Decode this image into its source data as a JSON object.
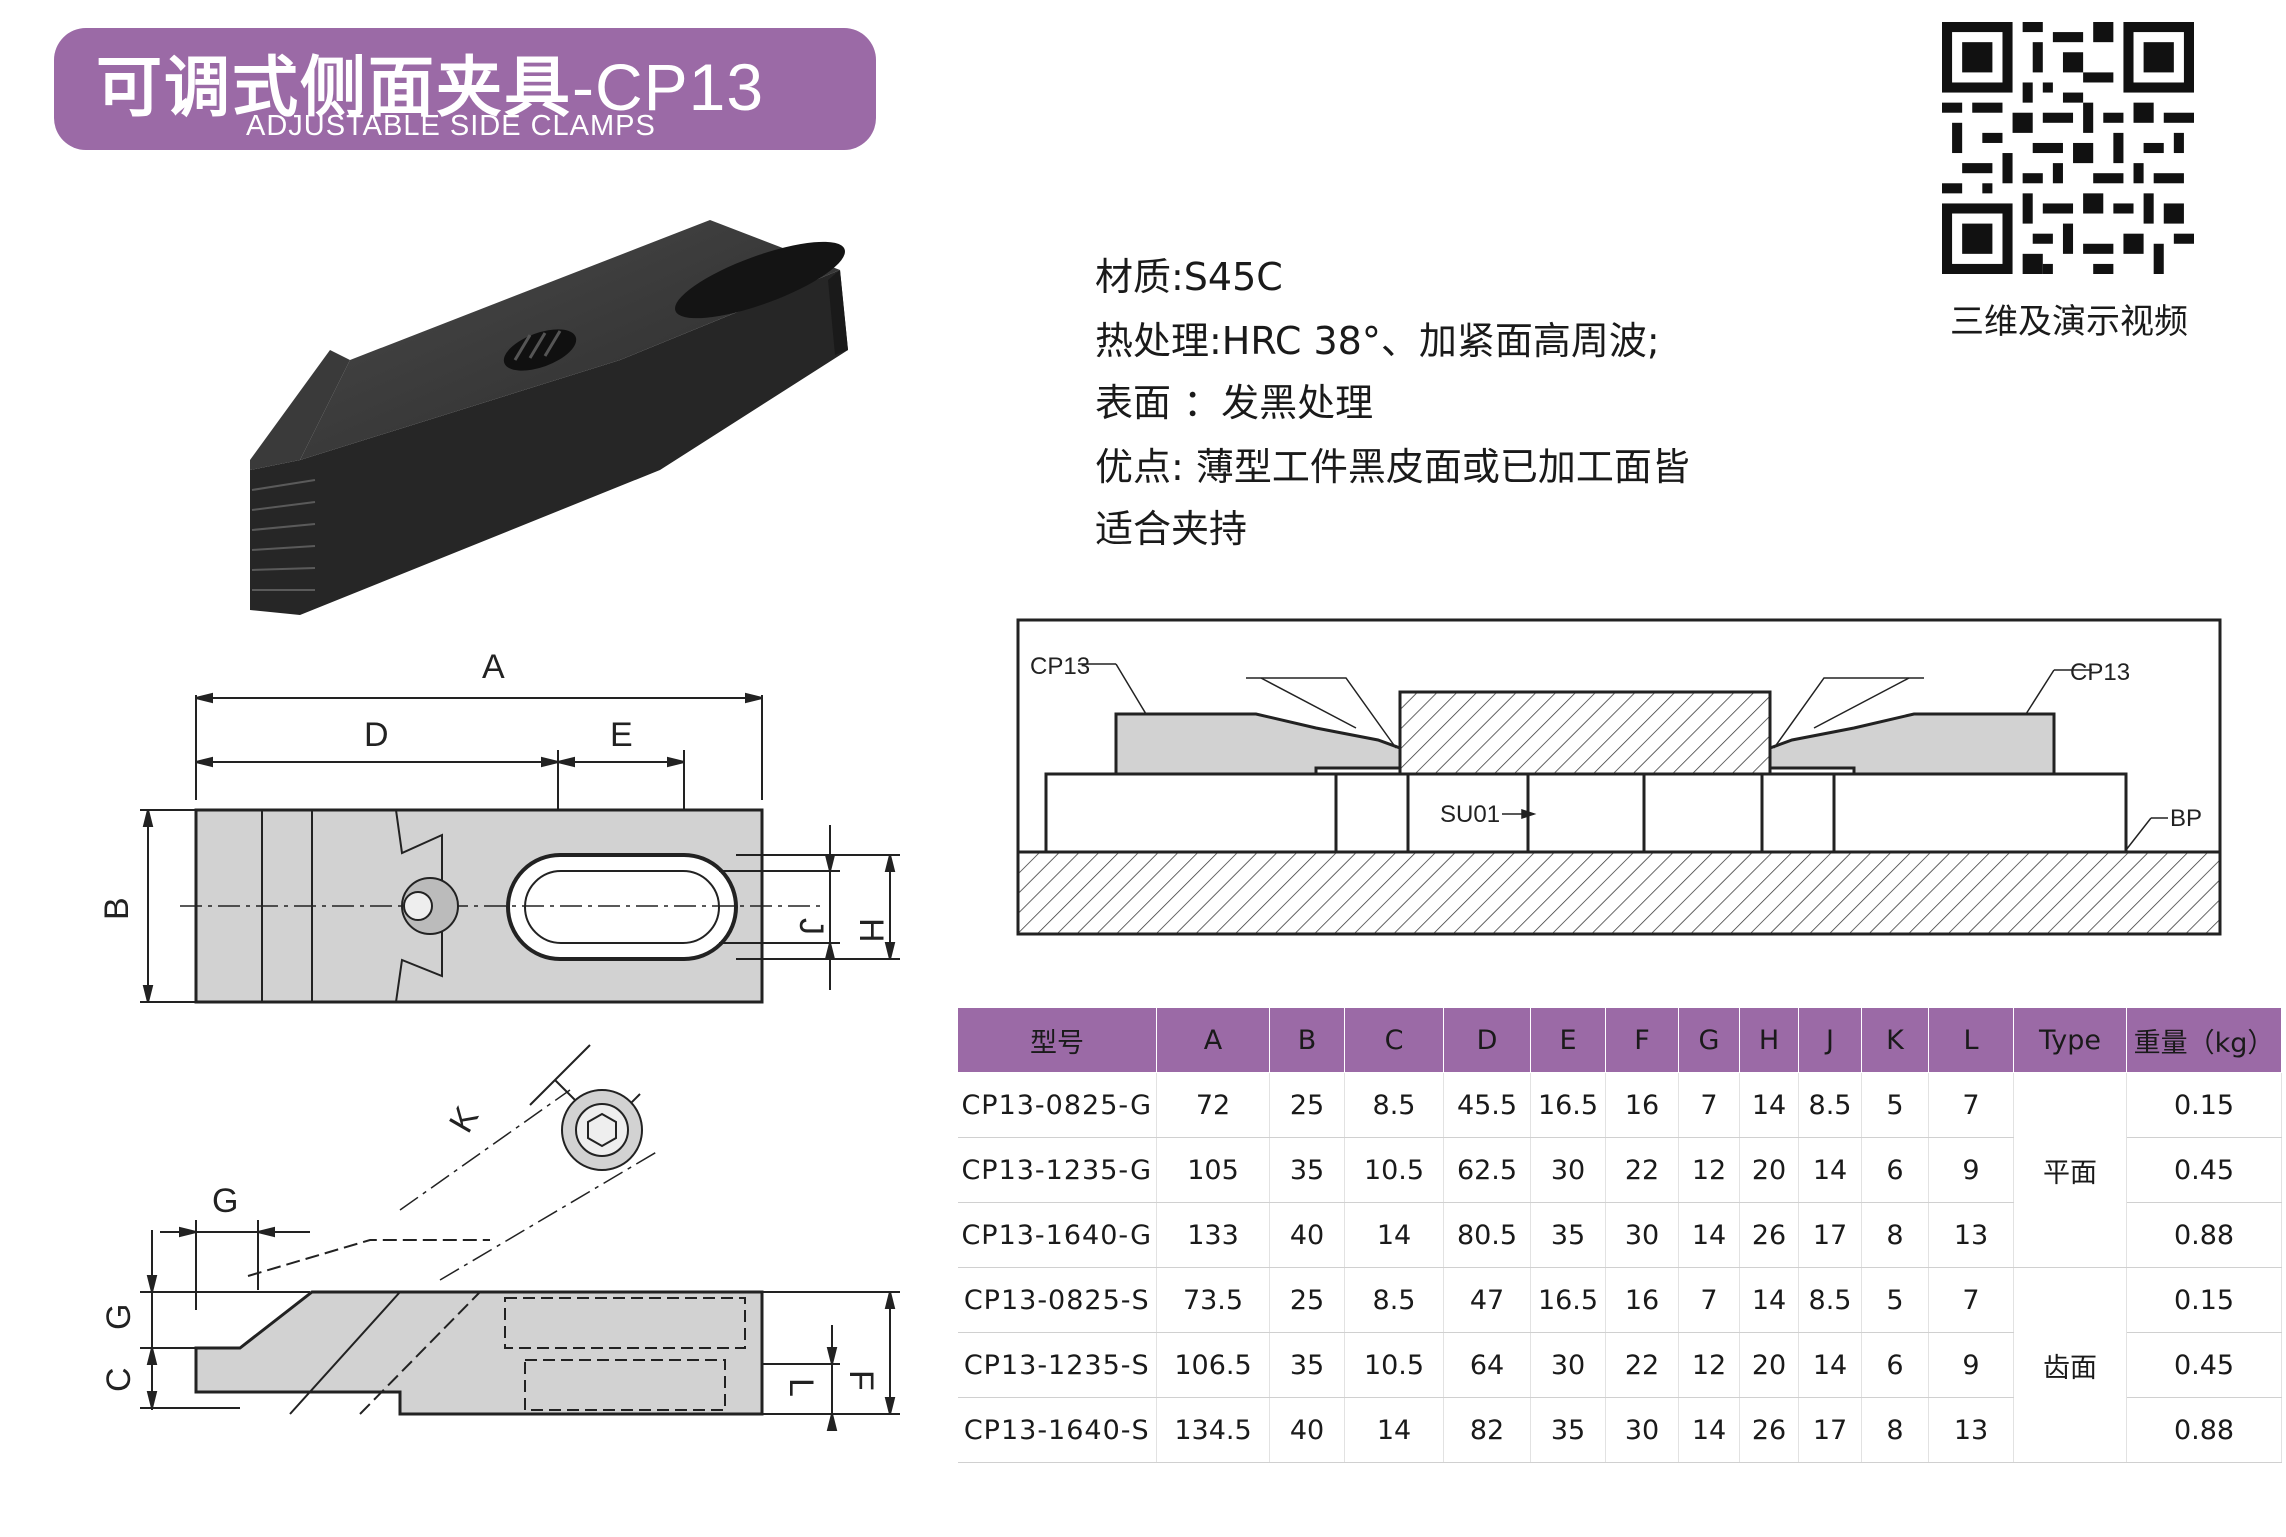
{
  "banner": {
    "title_cn": "可调式侧面夹具",
    "title_code": "-CP13",
    "subtitle_en": "ADJUSTABLE SIDE CLAMPS"
  },
  "specs": {
    "material": "材质:S45C",
    "heat_treatment": "热处理:HRC 38°、加紧面高周波;",
    "surface": "表面 ：发黑处理",
    "advantage_1": "优点:  薄型工件黑皮面或已加工面皆",
    "advantage_2": "适合夹持"
  },
  "qr": {
    "caption": "三维及演示视频"
  },
  "drawing_labels": {
    "A": "A",
    "B": "B",
    "C": "C",
    "D": "D",
    "E": "E",
    "F": "F",
    "G1": "G",
    "G2": "G",
    "H": "H",
    "J": "J",
    "K": "K",
    "L": "L"
  },
  "assembly_labels": {
    "left": "CP13",
    "right": "CP13",
    "center": "SU01",
    "base": "BP"
  },
  "table": {
    "headers": [
      "型号",
      "A",
      "B",
      "C",
      "D",
      "E",
      "F",
      "G",
      "H",
      "J",
      "K",
      "L",
      "Type",
      "重量（kg）"
    ],
    "rows": [
      [
        "CP13-0825-G",
        "72",
        "25",
        "8.5",
        "45.5",
        "16.5",
        "16",
        "7",
        "14",
        "8.5",
        "5",
        "7",
        "0.15"
      ],
      [
        "CP13-1235-G",
        "105",
        "35",
        "10.5",
        "62.5",
        "30",
        "22",
        "12",
        "20",
        "14",
        "6",
        "9",
        "0.45"
      ],
      [
        "CP13-1640-G",
        "133",
        "40",
        "14",
        "80.5",
        "35",
        "30",
        "14",
        "26",
        "17",
        "8",
        "13",
        "0.88"
      ],
      [
        "CP13-0825-S",
        "73.5",
        "25",
        "8.5",
        "47",
        "16.5",
        "16",
        "7",
        "14",
        "8.5",
        "5",
        "7",
        "0.15"
      ],
      [
        "CP13-1235-S",
        "106.5",
        "35",
        "10.5",
        "64",
        "30",
        "22",
        "12",
        "20",
        "14",
        "6",
        "9",
        "0.45"
      ],
      [
        "CP13-1640-S",
        "134.5",
        "40",
        "14",
        "82",
        "35",
        "30",
        "14",
        "26",
        "17",
        "8",
        "13",
        "0.88"
      ]
    ],
    "type_groups": [
      "平面",
      "齿面"
    ]
  }
}
